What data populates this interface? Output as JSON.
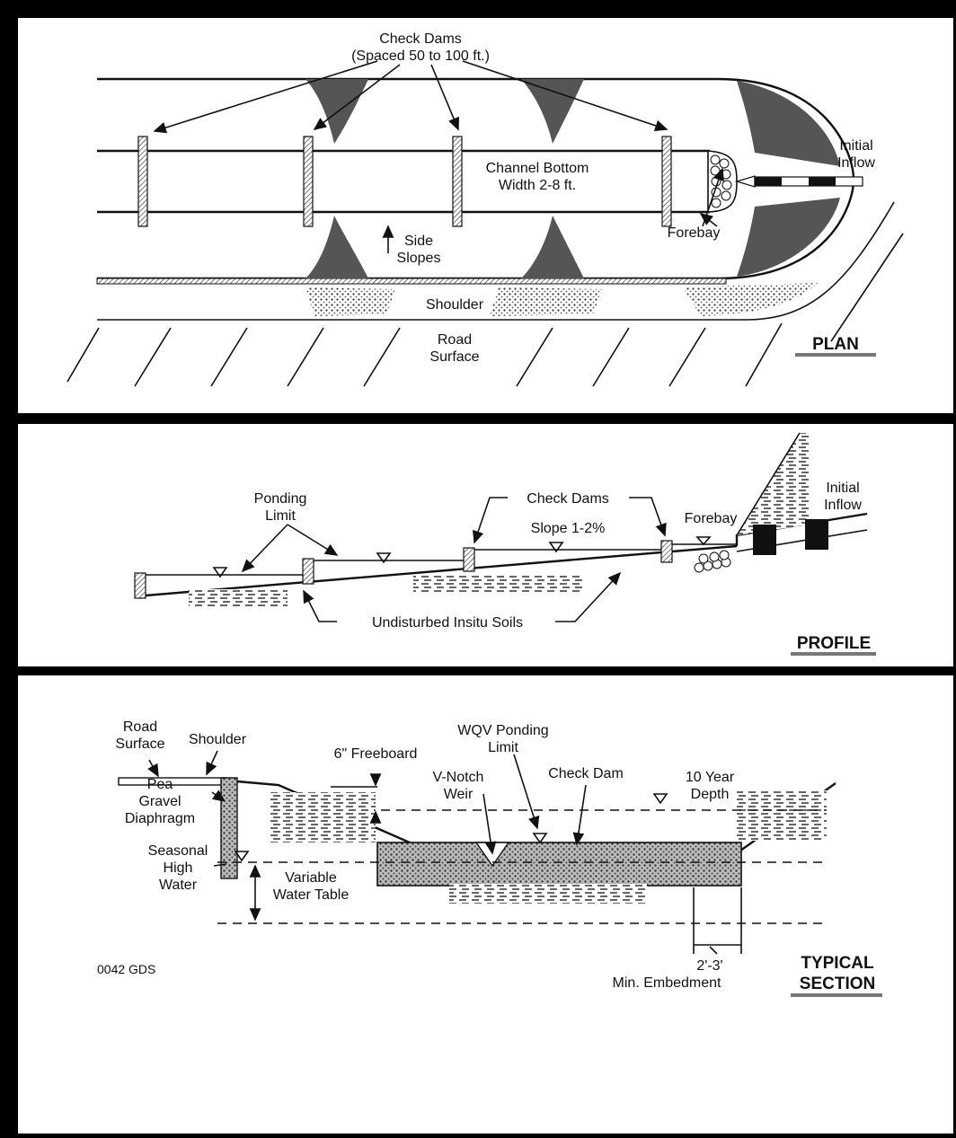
{
  "colors": {
    "border": "#000000",
    "background": "#ffffff",
    "ink": "#111111",
    "shade": "#555555"
  },
  "plan": {
    "title": "PLAN",
    "check_dams_line1": "Check Dams",
    "check_dams_line2": "(Spaced 50 to 100 ft.)",
    "channel_line1": "Channel Bottom",
    "channel_line2": "Width 2-8 ft.",
    "initial_inflow_line1": "Initial",
    "initial_inflow_line2": "Inflow",
    "side_slopes_line1": "Side",
    "side_slopes_line2": "Slopes",
    "forebay": "Forebay",
    "shoulder": "Shoulder",
    "road_line1": "Road",
    "road_line2": "Surface"
  },
  "profile": {
    "title": "PROFILE",
    "ponding_line1": "Ponding",
    "ponding_line2": "Limit",
    "check_dams": "Check Dams",
    "slope": "Slope 1-2%",
    "forebay": "Forebay",
    "initial_inflow_line1": "Initial",
    "initial_inflow_line2": "Inflow",
    "soils": "Undisturbed Insitu Soils"
  },
  "section": {
    "title_line1": "TYPICAL",
    "title_line2": "SECTION",
    "road_line1": "Road",
    "road_line2": "Surface",
    "shoulder": "Shoulder",
    "freeboard": "6\" Freeboard",
    "wqv_line1": "WQV Ponding",
    "wqv_line2": "Limit",
    "vnotch_line1": "V-Notch",
    "vnotch_line2": "Weir",
    "check_dam": "Check Dam",
    "ten_year_line1": "10 Year",
    "ten_year_line2": "Depth",
    "pea_line1": "Pea",
    "pea_line2": "Gravel",
    "pea_line3": "Diaphragm",
    "seasonal_line1": "Seasonal",
    "seasonal_line2": "High",
    "seasonal_line3": "Water",
    "variable_line1": "Variable",
    "variable_line2": "Water Table",
    "code": "0042 GDS",
    "embed_line1": "2'-3'",
    "embed_line2": "Min. Embedment"
  }
}
